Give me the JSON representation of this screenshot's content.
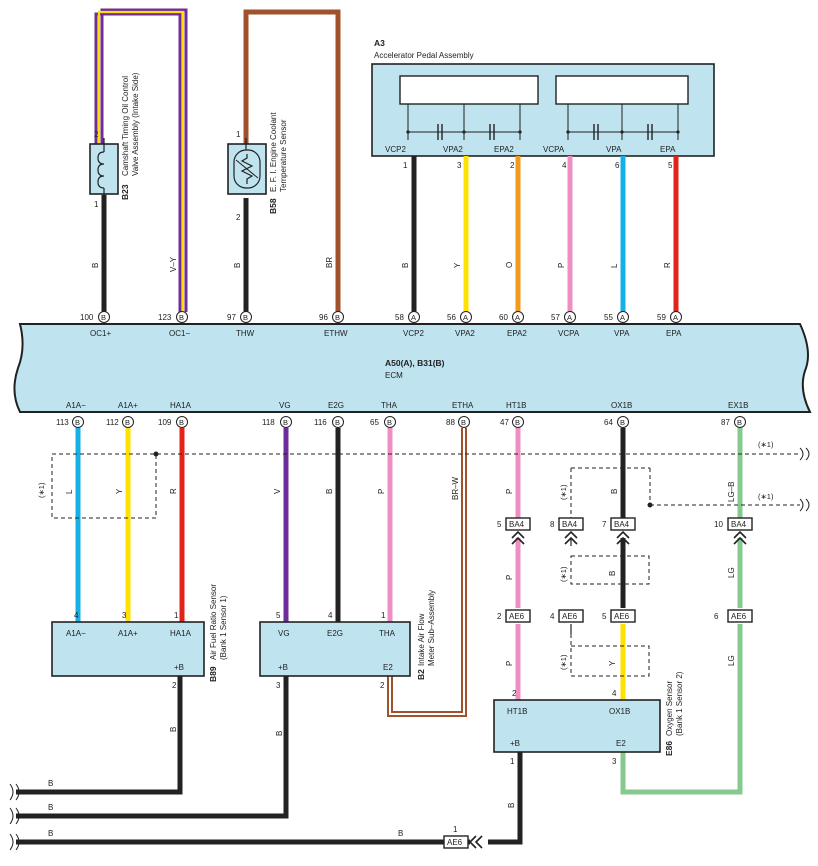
{
  "ecm": {
    "code": "A50(A), B31(B)",
    "name": "ECM"
  },
  "accel_pedal": {
    "code": "A3",
    "name": "Accelerator Pedal Assembly",
    "terminals": [
      "VCP2",
      "VPA2",
      "EPA2",
      "VCPA",
      "VPA",
      "EPA"
    ],
    "pins": [
      "1",
      "3",
      "2",
      "4",
      "6",
      "5"
    ]
  },
  "cam_valve": {
    "code": "B23",
    "line1": "Camshaft Timing Oil Control",
    "line2": "Valve Assembly (Intake Side)",
    "pin_top": "2",
    "pin_bottom": "1"
  },
  "coolant_sensor": {
    "code": "B58",
    "line1": "E. F. I. Engine Coolant",
    "line2": "Temperature Sensor",
    "pin_top": "1",
    "pin_bottom": "2"
  },
  "ecm_top_pins": [
    {
      "num": "100",
      "conn": "B",
      "label": "OC1+",
      "wire": "B"
    },
    {
      "num": "123",
      "conn": "B",
      "label": "OC1−",
      "wire": "V–Y"
    },
    {
      "num": "97",
      "conn": "B",
      "label": "THW",
      "wire": "B"
    },
    {
      "num": "96",
      "conn": "B",
      "label": "ETHW",
      "wire": "BR"
    },
    {
      "num": "58",
      "conn": "A",
      "label": "VCP2",
      "wire": "B"
    },
    {
      "num": "56",
      "conn": "A",
      "label": "VPA2",
      "wire": "Y"
    },
    {
      "num": "60",
      "conn": "A",
      "label": "EPA2",
      "wire": "O"
    },
    {
      "num": "57",
      "conn": "A",
      "label": "VCPA",
      "wire": "P"
    },
    {
      "num": "55",
      "conn": "A",
      "label": "VPA",
      "wire": "L"
    },
    {
      "num": "59",
      "conn": "A",
      "label": "EPA",
      "wire": "R"
    }
  ],
  "ecm_bottom_pins": [
    {
      "num": "113",
      "conn": "B",
      "label": "A1A−",
      "wire": "L"
    },
    {
      "num": "112",
      "conn": "B",
      "label": "A1A+",
      "wire": "Y"
    },
    {
      "num": "109",
      "conn": "B",
      "label": "HA1A",
      "wire": "R"
    },
    {
      "num": "118",
      "conn": "B",
      "label": "VG",
      "wire": "V"
    },
    {
      "num": "116",
      "conn": "B",
      "label": "E2G",
      "wire": "B"
    },
    {
      "num": "65",
      "conn": "B",
      "label": "THA",
      "wire": "P"
    },
    {
      "num": "88",
      "conn": "B",
      "label": "ETHA",
      "wire": "BR–W"
    },
    {
      "num": "47",
      "conn": "B",
      "label": "HT1B",
      "wire": "P"
    },
    {
      "num": "64",
      "conn": "B",
      "label": "OX1B",
      "wire": "B"
    },
    {
      "num": "87",
      "conn": "B",
      "label": "EX1B",
      "wire": "LG–B"
    }
  ],
  "af_sensor": {
    "code": "B89",
    "line1": "Air Fuel Ratio Sensor",
    "line2": "(Bank 1 Sensor 1)",
    "terminals": [
      "A1A−",
      "A1A+",
      "HA1A",
      "+B"
    ],
    "pins": [
      "4",
      "3",
      "1",
      "2"
    ]
  },
  "maf_meter": {
    "code": "B2",
    "line1": "Intake Air Flow",
    "line2": "Meter Sub–Assembly",
    "terminals": [
      "VG",
      "E2G",
      "THA",
      "+B",
      "E2"
    ],
    "pins": [
      "5",
      "4",
      "1",
      "3",
      "2"
    ]
  },
  "o2_sensor": {
    "code": "E86",
    "line1": "Oxygen Sensor",
    "line2": "(Bank 1 Sensor 2)",
    "terminals": [
      "HT1B",
      "OX1B",
      "+B",
      "E2"
    ],
    "pins": [
      "2",
      "4",
      "1",
      "3"
    ]
  },
  "connectors": {
    "ba4": {
      "name": "BA4",
      "pins": [
        "5",
        "8",
        "7",
        "10"
      ]
    },
    "ae6": {
      "name": "AE6",
      "pins": [
        "2",
        "4",
        "5",
        "6"
      ]
    },
    "ae6_bottom": {
      "name": "AE6",
      "pin": "1"
    }
  },
  "wire_labels": {
    "lg_b": "LG–B",
    "lg": "LG",
    "p": "P",
    "b": "B",
    "y": "Y",
    "shield_ref": "(∗1)"
  },
  "bottom_wires": [
    "B",
    "B",
    "B",
    "B"
  ],
  "colors": {
    "ecm_fill": "#bfe3ef",
    "black": "#222222",
    "yellow": "#ffe000",
    "orange": "#f39a1b",
    "pink": "#ef8ec0",
    "blue": "#15b1e6",
    "red": "#e2231a",
    "violet": "#6e2d9a",
    "brown": "#a0522d",
    "green": "#86c98f"
  }
}
